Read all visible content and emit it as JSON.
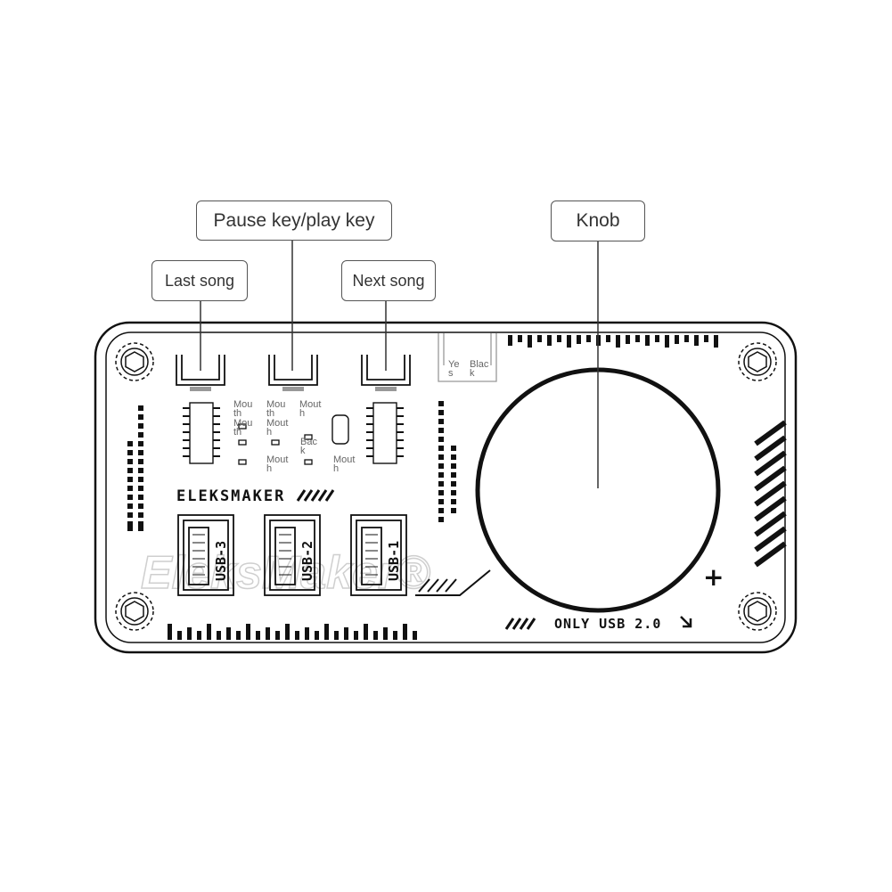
{
  "callouts": {
    "pause_play": "Pause key/play key",
    "knob": "Knob",
    "last_song": "Last song",
    "next_song": "Next song"
  },
  "board": {
    "brand": "ELEKSMAKER",
    "watermark": "EleksMaker®",
    "usb_ports": [
      "USB-3",
      "USB-2",
      "USB-1"
    ],
    "usb_note": "ONLY USB 2.0",
    "polarity_mark": "+",
    "pad_labels": {
      "mouth_a1": "Mou",
      "mouth_a2": "th",
      "mouth_a3": "Mou",
      "mouth_a4": "th",
      "mouth_b1": "Mou",
      "mouth_b2": "th",
      "mouth_b3": "Mout",
      "mouth_b4": "h",
      "mouth_b5": "Mout",
      "mouth_b6": "h",
      "mouth_c1": "Mout",
      "mouth_c2": "h",
      "back_1": "Bac",
      "back_2": "k",
      "mouth_d1": "Mout",
      "mouth_d2": "h",
      "yes_1": "Ye",
      "yes_2": "s",
      "black_1": "Blac",
      "black_2": "k"
    }
  }
}
